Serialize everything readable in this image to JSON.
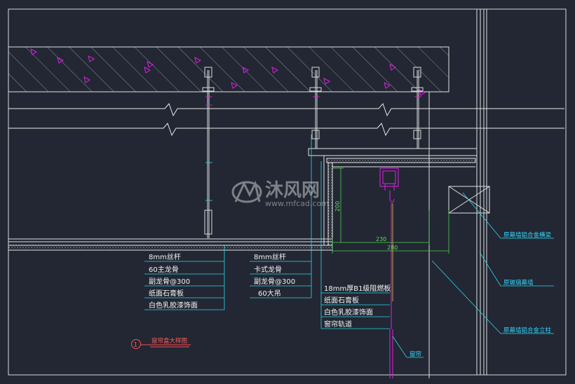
{
  "colors": {
    "background": "#222733",
    "line": "#e8e8e8",
    "leader": "#2fd9e6",
    "dimension": "#4fd14f",
    "curtain": "#e020e0",
    "title": "#ff4d4d"
  },
  "watermark": {
    "text": "沐风网",
    "url": "www.mfcad.com"
  },
  "labels_left": [
    "8mm丝杆",
    "60主龙骨",
    "副龙骨@300",
    "纸面石膏板",
    "白色乳胶漆饰面"
  ],
  "labels_mid_top": [
    "8mm丝杆",
    "卡式龙骨",
    "副龙骨@300",
    "60大吊"
  ],
  "labels_mid_bottom": [
    "18mm厚B1级阻燃板",
    "纸面石膏板",
    "白色乳胶漆饰面",
    "窗帘轨道"
  ],
  "labels_right": [
    "原幕墙铝合金横梁",
    "原玻璃幕墙",
    "原幕墙铝合金立柱"
  ],
  "curtain_label": "窗帘",
  "dimensions": {
    "width_inner": "230",
    "width_outer": "280",
    "height": "200"
  },
  "title_block": {
    "number": "1",
    "text": "窗帘盒大样图"
  }
}
